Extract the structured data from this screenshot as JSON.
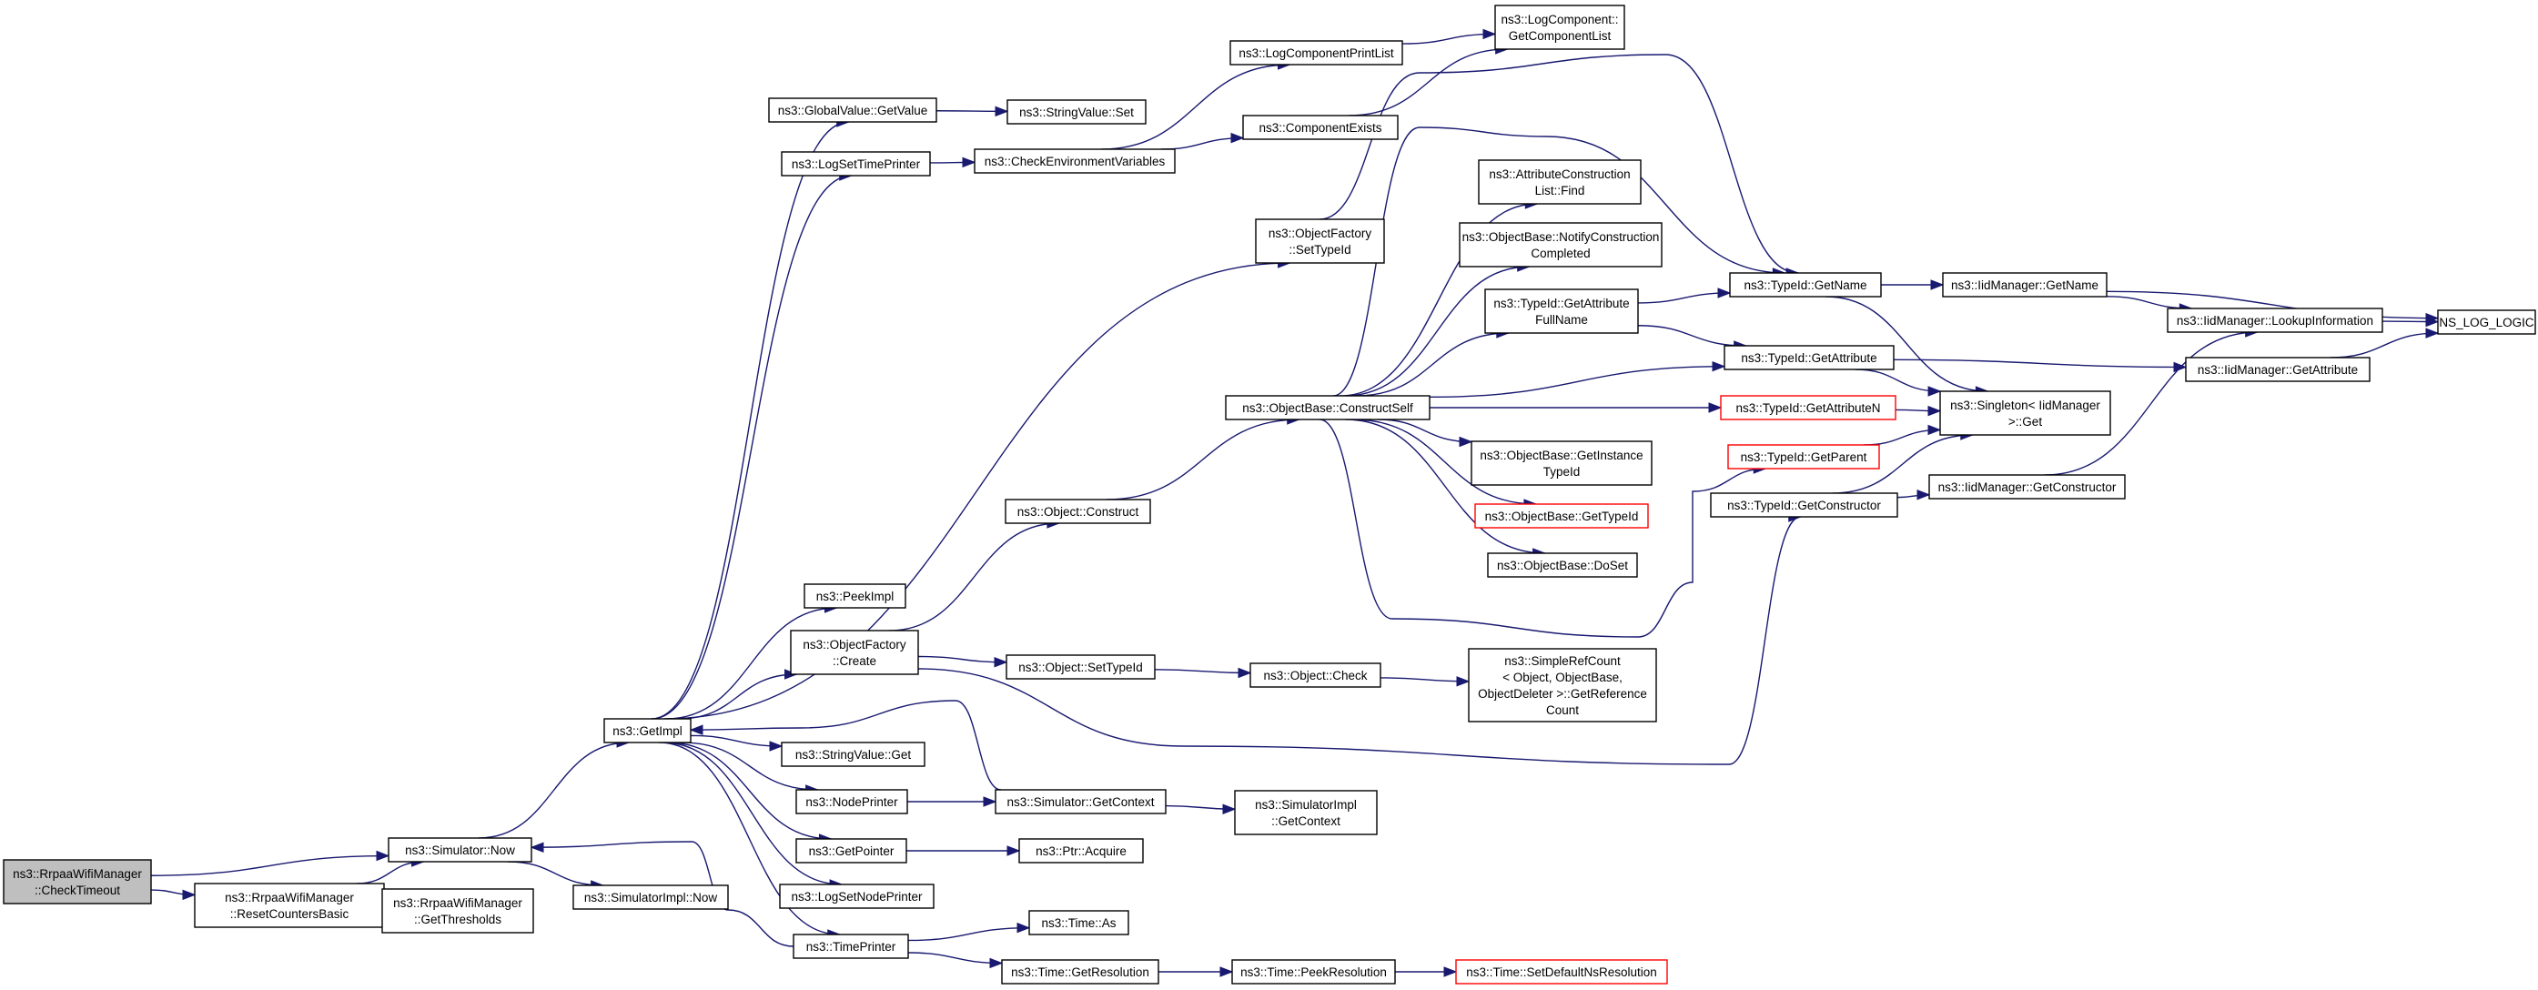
{
  "nodes": [
    {
      "id": "checktimeout",
      "lines": [
        "ns3::RrpaaWifiManager",
        "::CheckTimeout"
      ],
      "style": "root"
    },
    {
      "id": "resetcounters",
      "lines": [
        "ns3::RrpaaWifiManager",
        "::ResetCountersBasic"
      ],
      "style": "normal"
    },
    {
      "id": "getthresholds",
      "lines": [
        "ns3::RrpaaWifiManager",
        "::GetThresholds"
      ],
      "style": "normal"
    },
    {
      "id": "simnow",
      "lines": [
        "ns3::Simulator::Now"
      ],
      "style": "normal"
    },
    {
      "id": "simimplnow",
      "lines": [
        "ns3::SimulatorImpl::Now"
      ],
      "style": "normal"
    },
    {
      "id": "getimpl",
      "lines": [
        "ns3::GetImpl"
      ],
      "style": "normal"
    },
    {
      "id": "globalvalue",
      "lines": [
        "ns3::GlobalValue::GetValue"
      ],
      "style": "normal"
    },
    {
      "id": "stringvalueset",
      "lines": [
        "ns3::StringValue::Set"
      ],
      "style": "normal"
    },
    {
      "id": "logsettimeprinter",
      "lines": [
        "ns3::LogSetTimePrinter"
      ],
      "style": "normal"
    },
    {
      "id": "checkenv",
      "lines": [
        "ns3::CheckEnvironmentVariables"
      ],
      "style": "normal"
    },
    {
      "id": "logprintlist",
      "lines": [
        "ns3::LogComponentPrintList"
      ],
      "style": "normal"
    },
    {
      "id": "getcomplist",
      "lines": [
        "ns3::LogComponent::",
        "GetComponentList"
      ],
      "style": "normal"
    },
    {
      "id": "compexists",
      "lines": [
        "ns3::ComponentExists"
      ],
      "style": "normal"
    },
    {
      "id": "ofsettypeid",
      "lines": [
        "ns3::ObjectFactory",
        "::SetTypeId"
      ],
      "style": "normal"
    },
    {
      "id": "attrfind",
      "lines": [
        "ns3::AttributeConstruction",
        "List::Find"
      ],
      "style": "normal"
    },
    {
      "id": "notifyconst",
      "lines": [
        "ns3::ObjectBase::NotifyConstruction",
        "Completed"
      ],
      "style": "normal"
    },
    {
      "id": "getattrfull",
      "lines": [
        "ns3::TypeId::GetAttribute",
        "FullName"
      ],
      "style": "normal"
    },
    {
      "id": "typeidgetname",
      "lines": [
        "ns3::TypeId::GetName"
      ],
      "style": "normal"
    },
    {
      "id": "iidgetname",
      "lines": [
        "ns3::IidManager::GetName"
      ],
      "style": "normal"
    },
    {
      "id": "lookupinfo",
      "lines": [
        "ns3::IidManager::LookupInformation"
      ],
      "style": "normal"
    },
    {
      "id": "nslog",
      "lines": [
        "NS_LOG_LOGIC"
      ],
      "style": "normal"
    },
    {
      "id": "typeidgetattr",
      "lines": [
        "ns3::TypeId::GetAttribute"
      ],
      "style": "normal"
    },
    {
      "id": "iidgetattr",
      "lines": [
        "ns3::IidManager::GetAttribute"
      ],
      "style": "normal"
    },
    {
      "id": "constructself",
      "lines": [
        "ns3::ObjectBase::ConstructSelf"
      ],
      "style": "normal"
    },
    {
      "id": "getattrn",
      "lines": [
        "ns3::TypeId::GetAttributeN"
      ],
      "style": "red"
    },
    {
      "id": "singleton",
      "lines": [
        "ns3::Singleton< IidManager",
        ">::Get"
      ],
      "style": "normal"
    },
    {
      "id": "getinstance",
      "lines": [
        "ns3::ObjectBase::GetInstance",
        "TypeId"
      ],
      "style": "normal"
    },
    {
      "id": "gettypeid",
      "lines": [
        "ns3::ObjectBase::GetTypeId"
      ],
      "style": "red"
    },
    {
      "id": "getparent",
      "lines": [
        "ns3::TypeId::GetParent"
      ],
      "style": "red"
    },
    {
      "id": "typeidgetctor",
      "lines": [
        "ns3::TypeId::GetConstructor"
      ],
      "style": "normal"
    },
    {
      "id": "iidgetctor",
      "lines": [
        "ns3::IidManager::GetConstructor"
      ],
      "style": "normal"
    },
    {
      "id": "objconstruct",
      "lines": [
        "ns3::Object::Construct"
      ],
      "style": "normal"
    },
    {
      "id": "doset",
      "lines": [
        "ns3::ObjectBase::DoSet"
      ],
      "style": "normal"
    },
    {
      "id": "peekimpl",
      "lines": [
        "ns3::PeekImpl"
      ],
      "style": "normal"
    },
    {
      "id": "ofcreate",
      "lines": [
        "ns3::ObjectFactory",
        "::Create"
      ],
      "style": "normal"
    },
    {
      "id": "objsettypeid",
      "lines": [
        "ns3::Object::SetTypeId"
      ],
      "style": "normal"
    },
    {
      "id": "objcheck",
      "lines": [
        "ns3::Object::Check"
      ],
      "style": "normal"
    },
    {
      "id": "simplerefcount",
      "lines": [
        "ns3::SimpleRefCount",
        "< Object, ObjectBase,",
        "ObjectDeleter >::GetReference",
        "Count"
      ],
      "style": "normal"
    },
    {
      "id": "stringvalueget",
      "lines": [
        "ns3::StringValue::Get"
      ],
      "style": "normal"
    },
    {
      "id": "nodeprinter",
      "lines": [
        "ns3::NodePrinter"
      ],
      "style": "normal"
    },
    {
      "id": "simgetcontext",
      "lines": [
        "ns3::Simulator::GetContext"
      ],
      "style": "normal"
    },
    {
      "id": "simimplgetcontext",
      "lines": [
        "ns3::SimulatorImpl",
        "::GetContext"
      ],
      "style": "normal"
    },
    {
      "id": "getpointer",
      "lines": [
        "ns3::GetPointer"
      ],
      "style": "normal"
    },
    {
      "id": "ptracquire",
      "lines": [
        "ns3::Ptr::Acquire"
      ],
      "style": "normal"
    },
    {
      "id": "logsetnodeprinter",
      "lines": [
        "ns3::LogSetNodePrinter"
      ],
      "style": "normal"
    },
    {
      "id": "timeprinter",
      "lines": [
        "ns3::TimePrinter"
      ],
      "style": "normal"
    },
    {
      "id": "timeas",
      "lines": [
        "ns3::Time::As"
      ],
      "style": "normal"
    },
    {
      "id": "timegetres",
      "lines": [
        "ns3::Time::GetResolution"
      ],
      "style": "normal"
    },
    {
      "id": "timepeekres",
      "lines": [
        "ns3::Time::PeekResolution"
      ],
      "style": "normal"
    },
    {
      "id": "setdefaultns",
      "lines": [
        "ns3::Time::SetDefaultNsResolution"
      ],
      "style": "red"
    }
  ],
  "edges": [
    [
      "checktimeout",
      "simnow"
    ],
    [
      "checktimeout",
      "resetcounters"
    ],
    [
      "resetcounters",
      "simnow"
    ],
    [
      "resetcounters",
      "getthresholds"
    ],
    [
      "simnow",
      "getimpl"
    ],
    [
      "simnow",
      "simimplnow"
    ],
    [
      "getimpl",
      "globalvalue"
    ],
    [
      "getimpl",
      "logsettimeprinter"
    ],
    [
      "getimpl",
      "ofsettypeid"
    ],
    [
      "getimpl",
      "peekimpl"
    ],
    [
      "getimpl",
      "ofcreate"
    ],
    [
      "getimpl",
      "stringvalueget"
    ],
    [
      "getimpl",
      "nodeprinter"
    ],
    [
      "getimpl",
      "getpointer"
    ],
    [
      "getimpl",
      "logsetnodeprinter"
    ],
    [
      "getimpl",
      "timeprinter"
    ],
    [
      "globalvalue",
      "stringvalueset"
    ],
    [
      "logsettimeprinter",
      "checkenv"
    ],
    [
      "checkenv",
      "logprintlist"
    ],
    [
      "checkenv",
      "compexists"
    ],
    [
      "logprintlist",
      "getcomplist"
    ],
    [
      "compexists",
      "getcomplist"
    ],
    [
      "ofsettypeid",
      "typeidgetname"
    ],
    [
      "ofcreate",
      "objconstruct"
    ],
    [
      "ofcreate",
      "objsettypeid"
    ],
    [
      "ofcreate",
      "typeidgetctor"
    ],
    [
      "objconstruct",
      "constructself"
    ],
    [
      "constructself",
      "attrfind"
    ],
    [
      "constructself",
      "notifyconst"
    ],
    [
      "constructself",
      "getattrfull"
    ],
    [
      "constructself",
      "typeidgetname"
    ],
    [
      "constructself",
      "typeidgetattr"
    ],
    [
      "constructself",
      "getattrn"
    ],
    [
      "constructself",
      "getinstance"
    ],
    [
      "constructself",
      "gettypeid"
    ],
    [
      "constructself",
      "doset"
    ],
    [
      "constructself",
      "getparent"
    ],
    [
      "getattrfull",
      "typeidgetname"
    ],
    [
      "getattrfull",
      "typeidgetattr"
    ],
    [
      "typeidgetname",
      "iidgetname"
    ],
    [
      "typeidgetname",
      "singleton"
    ],
    [
      "iidgetname",
      "lookupinfo"
    ],
    [
      "iidgetname",
      "nslog"
    ],
    [
      "lookupinfo",
      "nslog"
    ],
    [
      "typeidgetattr",
      "iidgetattr"
    ],
    [
      "typeidgetattr",
      "singleton"
    ],
    [
      "iidgetattr",
      "nslog"
    ],
    [
      "getattrn",
      "singleton"
    ],
    [
      "getparent",
      "singleton"
    ],
    [
      "typeidgetctor",
      "singleton"
    ],
    [
      "typeidgetctor",
      "iidgetctor"
    ],
    [
      "iidgetctor",
      "lookupinfo"
    ],
    [
      "objsettypeid",
      "objcheck"
    ],
    [
      "objcheck",
      "simplerefcount"
    ],
    [
      "nodeprinter",
      "simgetcontext"
    ],
    [
      "simgetcontext",
      "getimpl"
    ],
    [
      "simgetcontext",
      "simimplgetcontext"
    ],
    [
      "getpointer",
      "ptracquire"
    ],
    [
      "timeprinter",
      "simnow"
    ],
    [
      "timeprinter",
      "timeas"
    ],
    [
      "timeprinter",
      "timegetres"
    ],
    [
      "timegetres",
      "timepeekres"
    ],
    [
      "timepeekres",
      "setdefaultns"
    ]
  ]
}
